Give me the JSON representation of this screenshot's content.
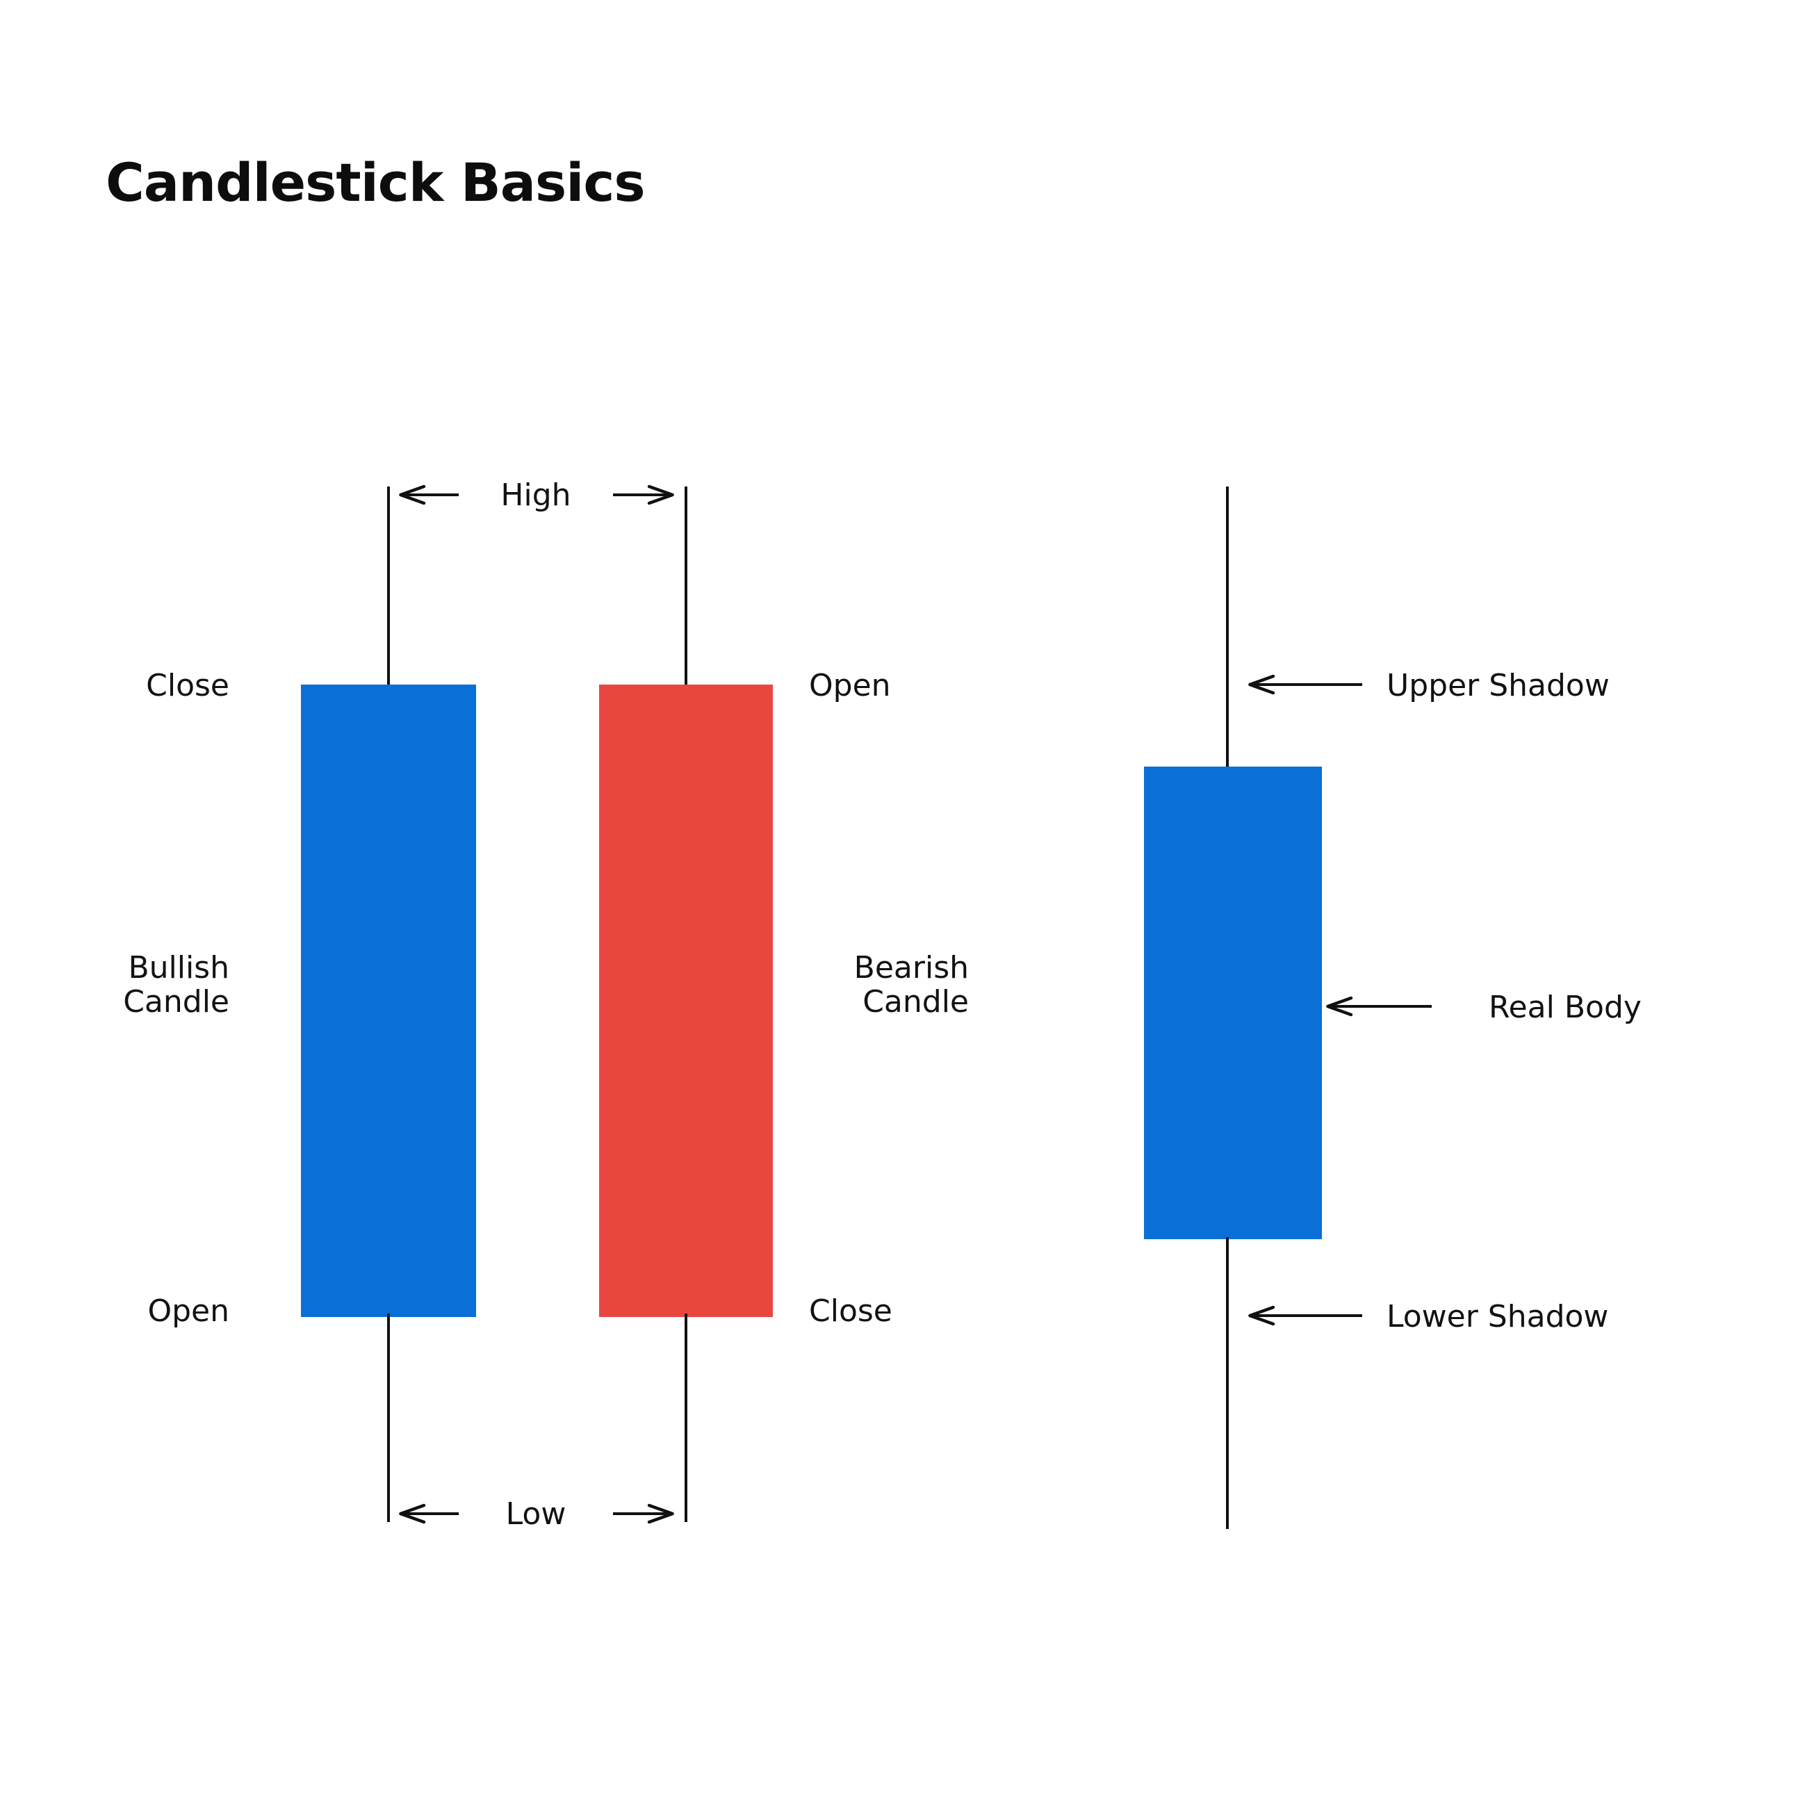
{
  "page": {
    "title": "Candlestick Basics",
    "background": "#ffffff",
    "text_color": "#121212"
  },
  "colors": {
    "bullish": "#0a6fd6",
    "bearish": "#e8473f",
    "line": "#111111"
  },
  "chart_data": {
    "type": "diagram",
    "title": "Candlestick Basics",
    "candles": [
      {
        "name": "bullish-candle",
        "color": "#0a6fd6",
        "top_label": "Close",
        "bottom_label": "Open",
        "side_label": "Bullish\nCandle"
      },
      {
        "name": "bearish-candle",
        "color": "#e8473f",
        "top_label": "Open",
        "bottom_label": "Close",
        "side_label": "Bearish\nCandle"
      },
      {
        "name": "anatomy-candle",
        "color": "#0a6fd6",
        "annotations": [
          "Upper Shadow",
          "Real Body",
          "Lower Shadow"
        ]
      }
    ],
    "span_labels": [
      "High",
      "Low"
    ]
  },
  "labels": {
    "high": "High",
    "low": "Low",
    "close_top": "Close",
    "open_bottom": "Open",
    "open_top": "Open",
    "close_bottom": "Close",
    "bullish_candle": "Bullish\nCandle",
    "bearish_candle": "Bearish\nCandle",
    "upper_shadow": "Upper Shadow",
    "real_body": "Real Body",
    "lower_shadow": "Lower Shadow"
  }
}
